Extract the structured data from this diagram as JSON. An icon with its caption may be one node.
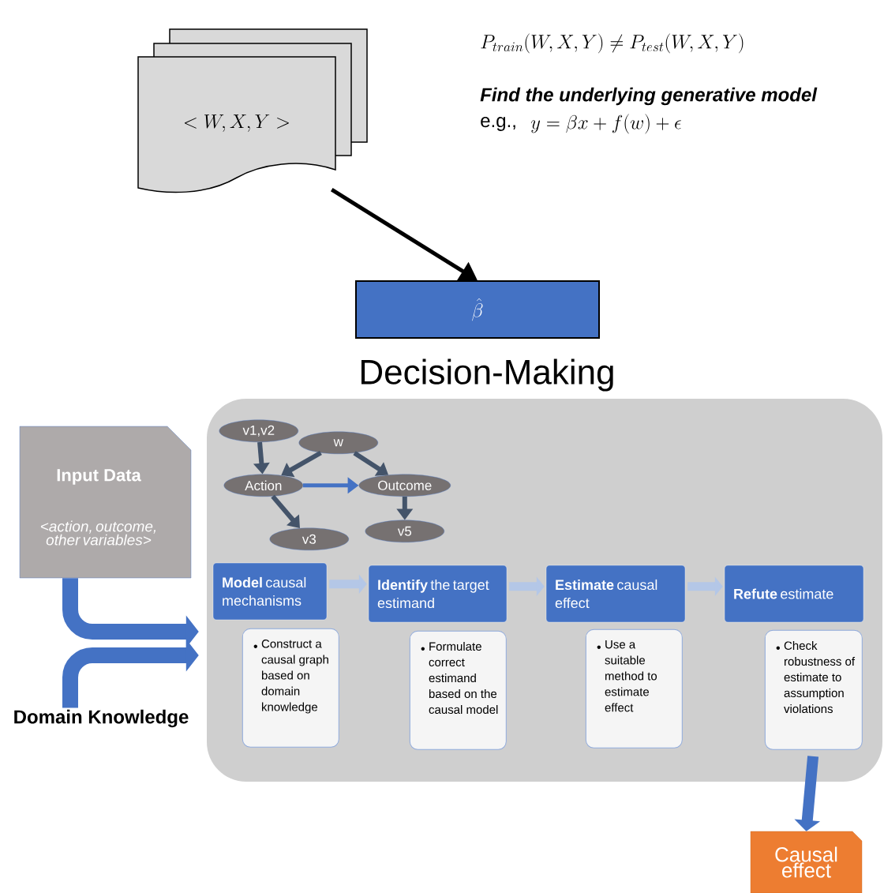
{
  "diagram": {
    "nodes": [
      {
        "text": [
          "<W,X,Y>"
        ]
      },
      {
        "text": [
          "\\hat{\\beta}"
        ]
      },
      {
        "text": [],
        "shape": "box"
      },
      {
        "text": [
          "Input Data",
          "<action, outcome, other variables>"
        ]
      },
      {
        "text": [
          "Domain Knowledge"
        ]
      },
      {
        "text": [
          "v1,v2"
        ],
        "in": 2
      },
      {
        "text": [
          "w"
        ],
        "in": 2
      },
      {
        "text": [
          "Action"
        ],
        "in": 2
      },
      {
        "text": [
          "Outcome"
        ],
        "in": 2
      },
      {
        "text": [
          "v3"
        ],
        "in": 2
      },
      {
        "text": [
          "v5"
        ],
        "in": 2
      },
      {
        "text": [
          "**Model** causal mechanisms"
        ],
        "in": 2
      },
      {
        "text": [
          "Construct a causal graph based on domain knowledge"
        ],
        "in": 2
      },
      {
        "text": [
          "**Identify** the target estimand"
        ],
        "in": 2
      },
      {
        "text": [
          "Formulate correct estimand based on the causal model"
        ],
        "in": 2
      },
      {
        "text": [
          "**Estimate** causal effect"
        ],
        "in": 2
      },
      {
        "text": [
          "Use a suitable method to estimate effect"
        ],
        "in": 2
      },
      {
        "text": [
          "**Refute** estimate"
        ],
        "in": 2
      },
      {
        "text": [
          "Check robustness of estimate to assumption violations"
        ],
        "in": 2
      },
      {
        "text": [
          "Causal effect"
        ]
      }
    ],
    "edges": [
      {
        "from": 0,
        "to": 1,
        "arrow": "to",
        "color": "#000000"
      },
      {
        "from": 5,
        "to": 7,
        "arrow": "to",
        "color": "#44546a"
      },
      {
        "from": 6,
        "to": 7,
        "arrow": "to",
        "color": "#44546a"
      },
      {
        "from": 6,
        "to": 8,
        "arrow": "to",
        "color": "#44546a"
      },
      {
        "from": 7,
        "to": 8,
        "arrow": "to",
        "color": "#4472c4"
      },
      {
        "from": 7,
        "to": 9,
        "arrow": "to",
        "color": "#44546a"
      },
      {
        "from": 8,
        "to": 10,
        "arrow": "to",
        "color": "#44546a"
      },
      {
        "from": 3,
        "to": 2,
        "arrow": "to",
        "style": "thick",
        "color": "#4472c4"
      },
      {
        "from": 4,
        "to": 2,
        "arrow": "to",
        "style": "thick",
        "color": "#4472c4"
      },
      {
        "from": 11,
        "to": 13,
        "arrow": "to",
        "style": "thick",
        "color": "#b4c7e7"
      },
      {
        "from": 13,
        "to": 15,
        "arrow": "to",
        "style": "thick",
        "color": "#b4c7e7"
      },
      {
        "from": 15,
        "to": 17,
        "arrow": "to",
        "style": "thick",
        "color": "#b4c7e7"
      },
      {
        "from": 18,
        "to": 19,
        "arrow": "to",
        "style": "thick",
        "color": "#4472c4"
      }
    ],
    "labels": [
      "P_{train}(W,X,Y) \\neq P_{test}(W,X,Y)",
      "Find the underlying generative model",
      "e.g.,",
      "y = \\beta x + f(w) + \\epsilon",
      "Decision-Making"
    ]
  }
}
